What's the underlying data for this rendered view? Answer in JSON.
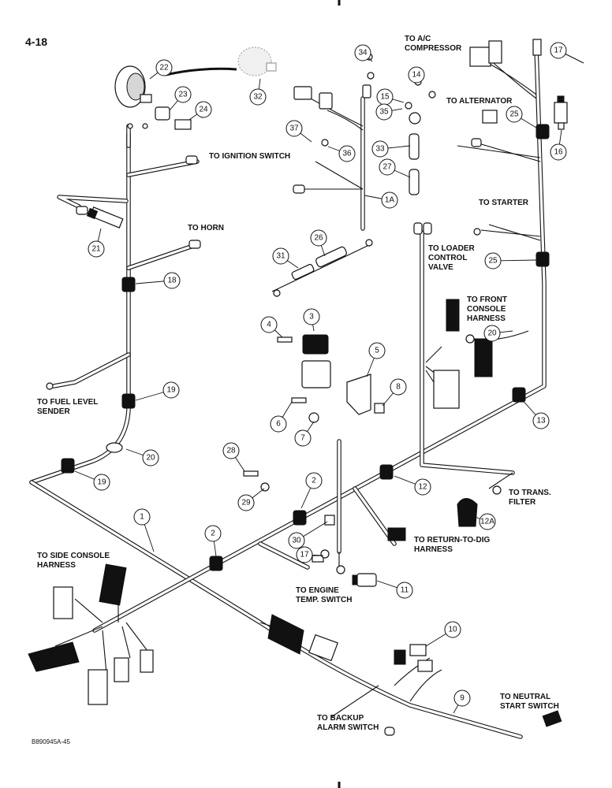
{
  "page_number": "4-18",
  "figure_code": "B890945A-45",
  "labels": {
    "to_ac_compressor": [
      "TO A/C",
      "COMPRESSOR"
    ],
    "to_alternator": [
      "TO ALTERNATOR"
    ],
    "to_ignition_switch": [
      "TO IGNITION SWITCH"
    ],
    "to_horn": [
      "TO HORN"
    ],
    "to_starter": [
      "TO STARTER"
    ],
    "to_loader_control_valve": [
      "TO LOADER",
      "CONTROL",
      "VALVE"
    ],
    "to_front_console_harness": [
      "TO FRONT",
      "CONSOLE",
      "HARNESS"
    ],
    "to_fuel_level_sender": [
      "TO FUEL LEVEL",
      "SENDER"
    ],
    "to_trans_filter": [
      "TO TRANS.",
      "FILTER"
    ],
    "to_return_to_dig_harness": [
      "TO RETURN-TO-DIG",
      "HARNESS"
    ],
    "to_side_console_harness": [
      "TO SIDE CONSOLE",
      "HARNESS"
    ],
    "to_engine_temp_switch": [
      "TO ENGINE",
      "TEMP. SWITCH"
    ],
    "to_neutral_start_switch": [
      "TO NEUTRAL",
      "START SWITCH"
    ],
    "to_backup_alarm_switch": [
      "TO BACKUP",
      "ALARM SWITCH"
    ]
  },
  "callouts": [
    {
      "id": "c22",
      "text": "22"
    },
    {
      "id": "c32",
      "text": "32"
    },
    {
      "id": "c23",
      "text": "23"
    },
    {
      "id": "c24",
      "text": "24"
    },
    {
      "id": "c34",
      "text": "34"
    },
    {
      "id": "c14",
      "text": "14"
    },
    {
      "id": "c15",
      "text": "15"
    },
    {
      "id": "c35",
      "text": "35"
    },
    {
      "id": "c17a",
      "text": "17"
    },
    {
      "id": "c25a",
      "text": "25"
    },
    {
      "id": "c16",
      "text": "16"
    },
    {
      "id": "c37",
      "text": "37"
    },
    {
      "id": "c36",
      "text": "36"
    },
    {
      "id": "c33",
      "text": "33"
    },
    {
      "id": "c27",
      "text": "27"
    },
    {
      "id": "c1a",
      "text": "1A"
    },
    {
      "id": "c21",
      "text": "21"
    },
    {
      "id": "c26",
      "text": "26"
    },
    {
      "id": "c31",
      "text": "31"
    },
    {
      "id": "c25b",
      "text": "25"
    },
    {
      "id": "c18",
      "text": "18"
    },
    {
      "id": "c4",
      "text": "4"
    },
    {
      "id": "c3",
      "text": "3"
    },
    {
      "id": "c20a",
      "text": "20"
    },
    {
      "id": "c5",
      "text": "5"
    },
    {
      "id": "c8",
      "text": "8"
    },
    {
      "id": "c19a",
      "text": "19"
    },
    {
      "id": "c6",
      "text": "6"
    },
    {
      "id": "c7",
      "text": "7"
    },
    {
      "id": "c13",
      "text": "13"
    },
    {
      "id": "c20b",
      "text": "20"
    },
    {
      "id": "c28",
      "text": "28"
    },
    {
      "id": "c19b",
      "text": "19"
    },
    {
      "id": "c2a",
      "text": "2"
    },
    {
      "id": "c12",
      "text": "12"
    },
    {
      "id": "c29",
      "text": "29"
    },
    {
      "id": "c1",
      "text": "1"
    },
    {
      "id": "c12a",
      "text": "12A"
    },
    {
      "id": "c30",
      "text": "30"
    },
    {
      "id": "c2b",
      "text": "2"
    },
    {
      "id": "c17b",
      "text": "17"
    },
    {
      "id": "c11",
      "text": "11"
    },
    {
      "id": "c10",
      "text": "10"
    },
    {
      "id": "c9",
      "text": "9"
    }
  ]
}
